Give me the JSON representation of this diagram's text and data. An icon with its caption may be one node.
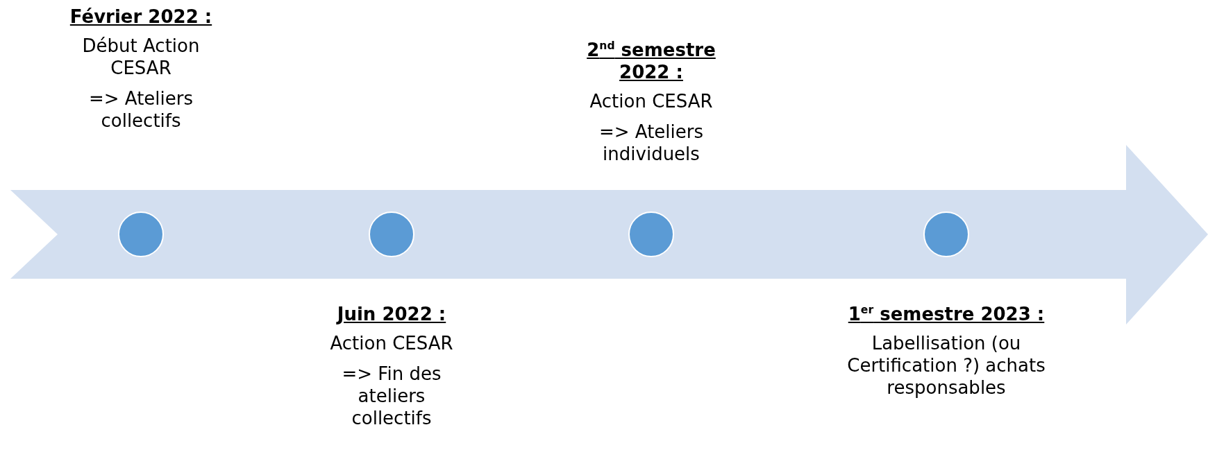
{
  "diagram": {
    "nodes": [
      {
        "text": [
          "Février 2022 :",
          "Début Action CESAR",
          "=> Ateliers collectifs"
        ]
      },
      {
        "text": [
          "2$^{nd}$ semestre 2022 :",
          "Action CESAR",
          "=> Ateliers individuels"
        ]
      },
      {
        "text": [],
        "shape": "circle"
      },
      {
        "text": [],
        "shape": "circle"
      },
      {
        "text": [],
        "shape": "circle"
      },
      {
        "text": [],
        "shape": "circle"
      },
      {
        "text": [
          "Juin 2022 :",
          "Action CESAR",
          "=> Fin des ateliers collectifs"
        ]
      },
      {
        "text": [
          "1$^{er}$ semestre 2023 :",
          "Labellisation (ou Certification ?) achats responsables"
        ]
      }
    ]
  }
}
